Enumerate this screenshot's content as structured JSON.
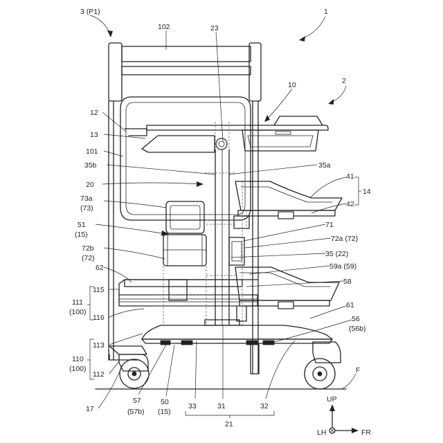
{
  "labels": {
    "l_3": "3 (P1)",
    "l_102": "102",
    "l_23": "23",
    "l_1": "1",
    "l_2": "2",
    "l_10": "10",
    "l_12": "12",
    "l_13": "13",
    "l_101": "101",
    "l_35b": "35b",
    "l_35a": "35a",
    "l_20": "20",
    "l_41": "41",
    "l_14": "14",
    "l_42": "42",
    "l_73a": "73a",
    "l_73": "(73)",
    "l_51": "51",
    "l_15a": "(15)",
    "l_71": "71",
    "l_72a": "72a (72)",
    "l_72b": "72b",
    "l_72": "(72)",
    "l_35": "35 (22)",
    "l_62": "62",
    "l_59a": "59a (59)",
    "l_58": "58",
    "l_115": "115",
    "l_111": "111",
    "l_100a": "(100)",
    "l_116": "116",
    "l_61": "61",
    "l_56": "56",
    "l_56b": "(56b)",
    "l_113": "113",
    "l_110": "110",
    "l_100b": "(100)",
    "l_112": "112",
    "l_F": "F",
    "l_17": "17",
    "l_57": "57",
    "l_57b": "(57b)",
    "l_50": "50",
    "l_15b": "(15)",
    "l_33": "33",
    "l_31": "31",
    "l_32": "32",
    "l_21": "21",
    "l_UP": "UP",
    "l_LH": "LH",
    "l_FR": "FR"
  }
}
